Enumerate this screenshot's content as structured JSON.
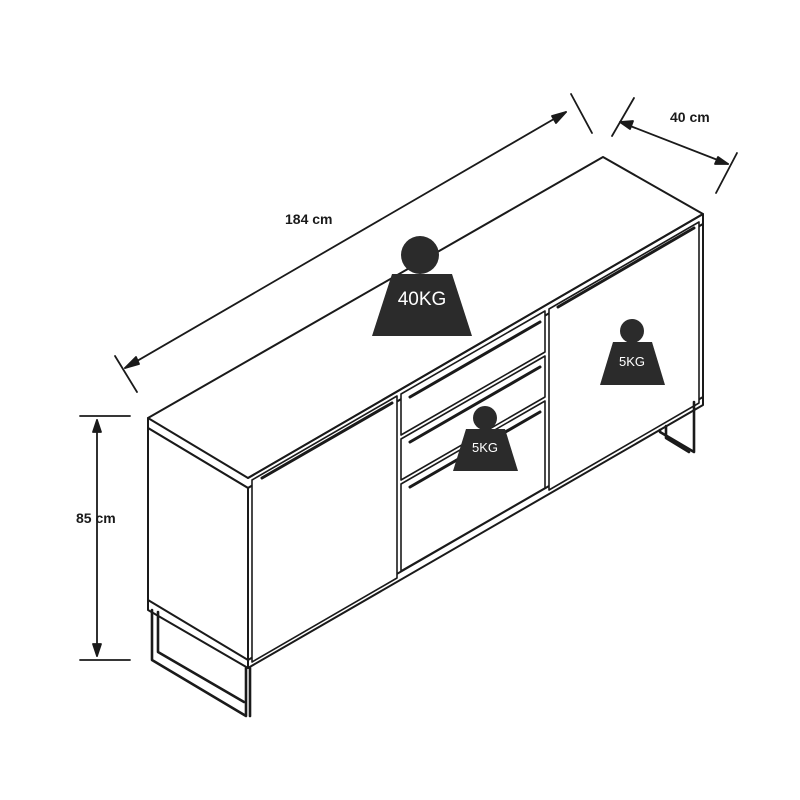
{
  "dimensions": {
    "width": "184 cm",
    "depth": "40 cm",
    "height": "85 cm"
  },
  "loads": {
    "top": "40KG",
    "right_door": "5KG",
    "drawer": "5KG"
  },
  "colors": {
    "line": "#1a1a1a",
    "weight_fill": "#2b2b2b",
    "weight_text": "#ffffff",
    "background": "#ffffff"
  },
  "icons": [
    "weight-icon"
  ]
}
